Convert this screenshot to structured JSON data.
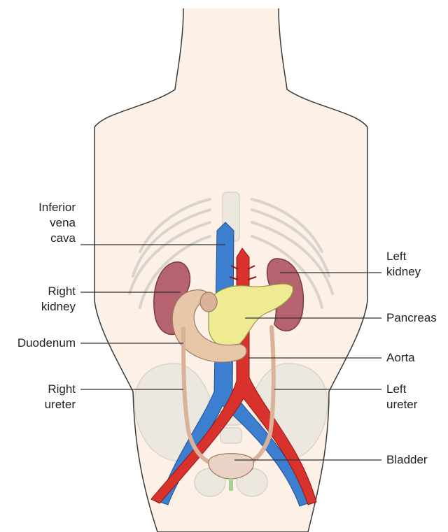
{
  "labels": {
    "ivc": {
      "lines": [
        "Inferior",
        "vena",
        "cava"
      ]
    },
    "right_kidney": {
      "lines": [
        "Right",
        "kidney"
      ]
    },
    "duodenum": {
      "lines": [
        "Duodenum"
      ]
    },
    "right_ureter": {
      "lines": [
        "Right",
        "ureter"
      ]
    },
    "left_kidney": {
      "lines": [
        "Left",
        "kidney"
      ]
    },
    "pancreas": {
      "lines": [
        "Pancreas"
      ]
    },
    "aorta": {
      "lines": [
        "Aorta"
      ]
    },
    "left_ureter": {
      "lines": [
        "Left",
        "ureter"
      ]
    },
    "bladder": {
      "lines": [
        "Bladder"
      ]
    }
  },
  "colors": {
    "skin": "#fdf0e6",
    "outline": "#3a3a3a",
    "bone": "#ece8e0",
    "kidney": "#b5636e",
    "vein": "#3c7fd0",
    "artery": "#d9312b",
    "pancreas": "#eeeb92",
    "duodenum": "#e8c6a8",
    "ureter": "#d9b299",
    "bladder": "#ead3c6",
    "leader_line": "#333333"
  }
}
